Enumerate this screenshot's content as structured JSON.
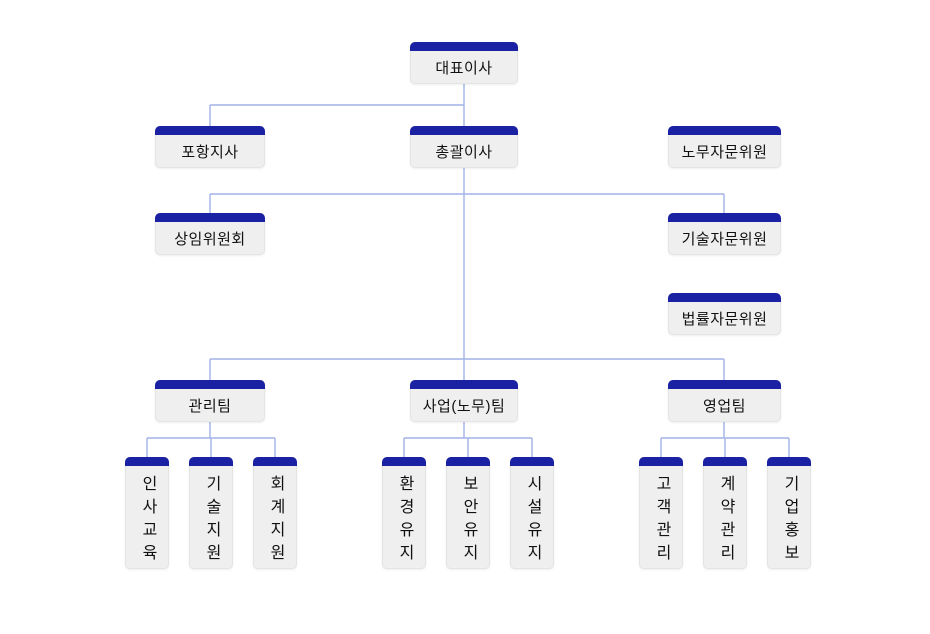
{
  "colors": {
    "accent": "#1a21a2",
    "connector": "#a3b2e8",
    "node_bg": "#efefef",
    "node_border": "#e4e4e4",
    "text": "#111111",
    "background": "#ffffff"
  },
  "org": {
    "root": {
      "label": "대표이사"
    },
    "branch": {
      "label": "포항지사"
    },
    "executive": {
      "label": "총괄이사"
    },
    "labor_advisor": {
      "label": "노무자문위원"
    },
    "standing_committee": {
      "label": "상임위원회"
    },
    "tech_advisor": {
      "label": "기술자문위원"
    },
    "legal_advisor": {
      "label": "법률자문위원"
    },
    "teams": [
      {
        "label": "관리팀",
        "children": [
          {
            "label": "인사교육"
          },
          {
            "label": "기술지원"
          },
          {
            "label": "회계지원"
          }
        ]
      },
      {
        "label": "사업(노무)팀",
        "children": [
          {
            "label": "환경유지"
          },
          {
            "label": "보안유지"
          },
          {
            "label": "시설유지"
          }
        ]
      },
      {
        "label": "영업팀",
        "children": [
          {
            "label": "고객관리"
          },
          {
            "label": "계약관리"
          },
          {
            "label": "기업홍보"
          }
        ]
      }
    ]
  }
}
